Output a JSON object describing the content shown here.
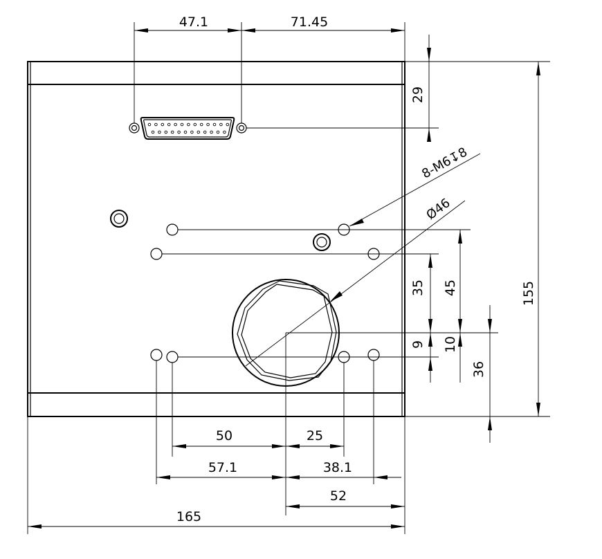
{
  "dimensions": {
    "top_left": "47.1",
    "top_right": "71.45",
    "right_29": "29",
    "right_155": "155",
    "right_35": "35",
    "right_45": "45",
    "right_9": "9",
    "right_10": "10",
    "right_36": "36",
    "bottom_50": "50",
    "bottom_25": "25",
    "bottom_57_1": "57.1",
    "bottom_38_1": "38.1",
    "bottom_52": "52",
    "bottom_165": "165"
  },
  "annotations": {
    "thread_callout": "8-M6↧8",
    "diameter_callout": "Ø46"
  }
}
